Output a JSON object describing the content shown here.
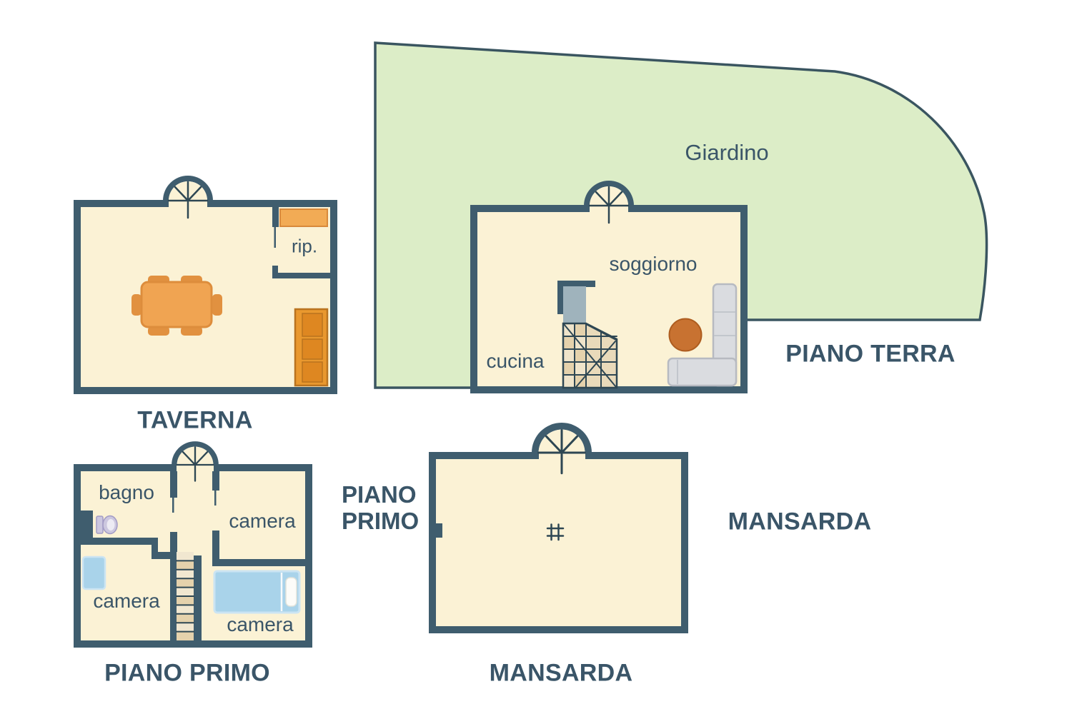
{
  "colors": {
    "wall": "#3F5D6E",
    "line": "#2E4753",
    "floor": "#FBF2D5",
    "garden": "#DCEDC7",
    "garden_border": "#3A5560",
    "label": "#3A5568",
    "table_orange": "#F0A452",
    "table_orange_dark": "#DD8D3C",
    "chair_orange": "#E19140",
    "cabinet": "#E9982E",
    "cabinet_dark": "#B9731F",
    "cabinet_inner": "#DE8721",
    "shelf": "#F2AB55",
    "shelf_border": "#D8893B",
    "round_table": "#C87231",
    "round_table_border": "#AE5D20",
    "sofa": "#DADCE0",
    "sofa_border": "#B7BAC1",
    "partition_gray": "#9FB3BC",
    "stair_light": "#F1E7D0",
    "stair_dark": "#E5D2AC",
    "stair_tan": "#E9DABA",
    "stair_pale": "#EFE4CA",
    "bed_blue": "#A9D3EA",
    "bed_border": "#CBE4F3",
    "toilet": "#CCC7DF",
    "toilet_border": "#A29BC5"
  },
  "floors": {
    "taverna": {
      "title": "TAVERNA",
      "rooms": {
        "rip": "rip."
      }
    },
    "piano_terra": {
      "title": "PIANO TERRA",
      "garden": "Giardino",
      "rooms": {
        "soggiorno": "soggiorno",
        "cucina": "cucina"
      }
    },
    "piano_primo": {
      "title": "PIANO PRIMO",
      "side_title": {
        "line1": "PIANO",
        "line2": "PRIMO"
      },
      "rooms": {
        "bagno": "bagno",
        "camera_top_right": "camera",
        "camera_bottom_left": "camera",
        "camera_bottom_right": "camera"
      }
    },
    "mansarda": {
      "title": "MANSARDA",
      "side_title": "MANSARDA"
    }
  },
  "symbols": {
    "window": "arched-window",
    "taverna": [
      "dining-table-with-chairs",
      "shelf",
      "wardrobe-cabinet"
    ],
    "piano_terra": [
      "winder-staircase",
      "corner-sofa",
      "round-table"
    ],
    "piano_primo": [
      "toilet",
      "nightstand",
      "single-bed",
      "staircase"
    ],
    "mansarda": [
      "roof-window-symbol"
    ]
  }
}
